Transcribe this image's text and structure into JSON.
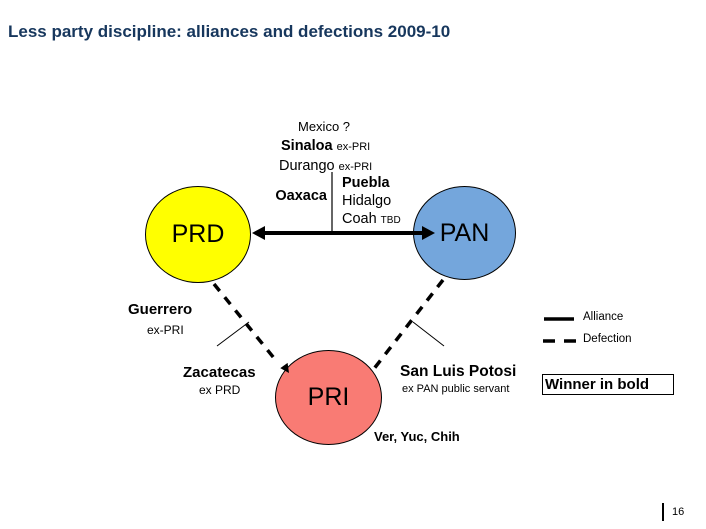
{
  "slide": {
    "title": "Less party discipline: alliances and defections 2009-10",
    "page_number": "16"
  },
  "colors": {
    "title_text": "#17375D",
    "prd_fill": "#FFFF00",
    "pan_fill": "#74A6DC",
    "pri_fill": "#F97B74",
    "line_color": "#000000"
  },
  "nodes": {
    "prd": "PRD",
    "pan": "PAN",
    "pri": "PRI"
  },
  "alliance_block": {
    "mexico": "Mexico ?",
    "sinaloa": "Sinaloa",
    "sinaloa_note": "ex-PRI",
    "durango": "Durango",
    "durango_note": "ex-PRI",
    "oaxaca": "Oaxaca",
    "puebla": "Puebla",
    "hidalgo": "Hidalgo",
    "coah": "Coah",
    "coah_note": "TBD"
  },
  "defection_labels": {
    "guerrero": "Guerrero",
    "guerrero_note": "ex-PRI",
    "zacatecas": "Zacatecas",
    "zacatecas_note": "ex PRD",
    "san_luis_potosi": "San Luis Potosi",
    "san_luis_note": "ex PAN public servant",
    "ver_yuc_chih": "Ver, Yuc, Chih"
  },
  "legend": {
    "alliance": "Alliance",
    "defection": "Defection",
    "winner_box": "Winner in bold"
  }
}
